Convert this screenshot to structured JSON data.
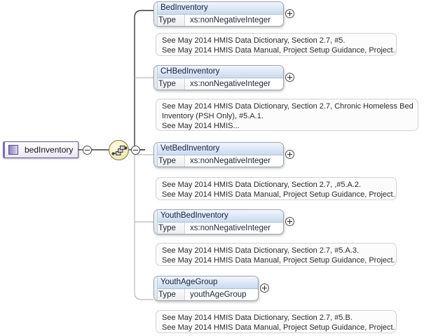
{
  "diagram": {
    "kind": "xsd-schema-tree",
    "root": {
      "label": "bedInventory",
      "icon": "element-swatch-icon",
      "collapse_toggle": "minus",
      "compositor": {
        "icon": "sequence-icon",
        "collapse_toggle": "minus"
      }
    },
    "children": [
      {
        "name": "BedInventory",
        "type_key": "Type",
        "type_value": "xs:nonNegativeInteger",
        "expand_toggle": "plus",
        "annotation": "See May 2014 HMIS Data Dictionary, Section 2.7, #5.\nSee May 2014 HMIS Data Manual, Project Setup Guidance, Project..."
      },
      {
        "name": "CHBedInventory",
        "type_key": "Type",
        "type_value": "xs:nonNegativeInteger",
        "expand_toggle": "plus",
        "annotation": "See May 2014 HMIS Data Dictionary, Section 2.7, Chronic Homeless Bed\nInventory (PSH Only), #5.A.1.\nSee May 2014 HMIS..."
      },
      {
        "name": "VetBedInventory",
        "type_key": "Type",
        "type_value": "xs:nonNegativeInteger",
        "expand_toggle": "plus",
        "annotation": "See May 2014 HMIS Data Dictionary, Section 2.7, ,#5.A.2.\nSee May 2014 HMIS Data Manual, Project Setup Guidance, Project..."
      },
      {
        "name": "YouthBedInventory",
        "type_key": "Type",
        "type_value": "xs:nonNegativeInteger",
        "expand_toggle": "plus",
        "annotation": "See May 2014 HMIS Data Dictionary, Section 2.7, #5.A.3.\nSee May 2014 HMIS Data Manual, Project Setup Guidance, Project..."
      },
      {
        "name": "YouthAgeGroup",
        "type_key": "Type",
        "type_value": "youthAgeGroup",
        "expand_toggle": "plus",
        "annotation": "See May 2014 HMIS Data Dictionary, Section 2.7, #5.B.\nSee May 2014 HMIS Data Manual, Project Setup Guidance, Project..."
      }
    ],
    "colors": {
      "node_title_start": "#f2f6fc",
      "node_title_end": "#c9dbf0",
      "node_border": "#9aa4b0",
      "root_border": "#6b5f97",
      "root_accent": "#7d6fae",
      "compositor_fill": "#f3efc0",
      "compositor_border": "#7d7a3e",
      "connector_line": "#3b3b3b",
      "branch_line": "#b9b9b9",
      "annotation_border": "#d2d2d2",
      "annotation_bg": "#fcfcfc",
      "canvas": "#ffffff"
    }
  }
}
